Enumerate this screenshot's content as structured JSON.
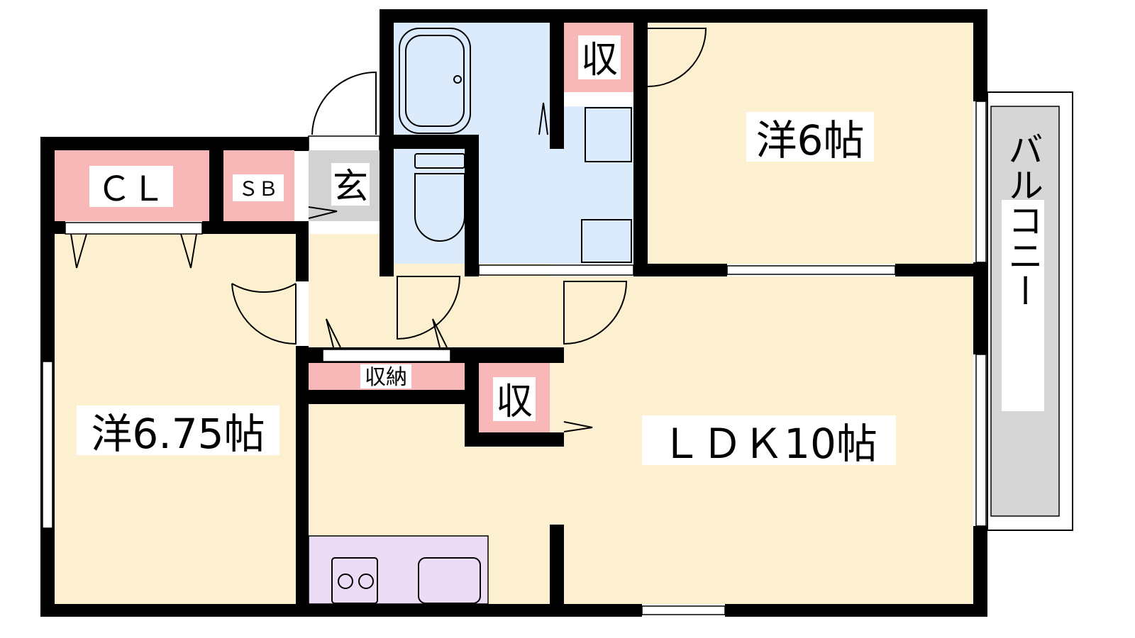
{
  "rooms": {
    "western_675": "洋6.75帖",
    "western_6": "洋6帖",
    "ldk": "ＬＤＫ10帖",
    "closet": "ＣＬ",
    "shoe_box": "ＳＢ",
    "entrance": "玄",
    "storage_top": "収",
    "storage_mid": "収",
    "storage_hall": "収納",
    "balcony": "バルコニー"
  },
  "colors": {
    "room": "#fdf0d0",
    "storage": "#f8b8b8",
    "wet": "#dcebfb",
    "entrance": "#d2d2d2",
    "kitchen": "#eddcf5",
    "balcony": "#d6d6d6",
    "wall": "#000000"
  }
}
